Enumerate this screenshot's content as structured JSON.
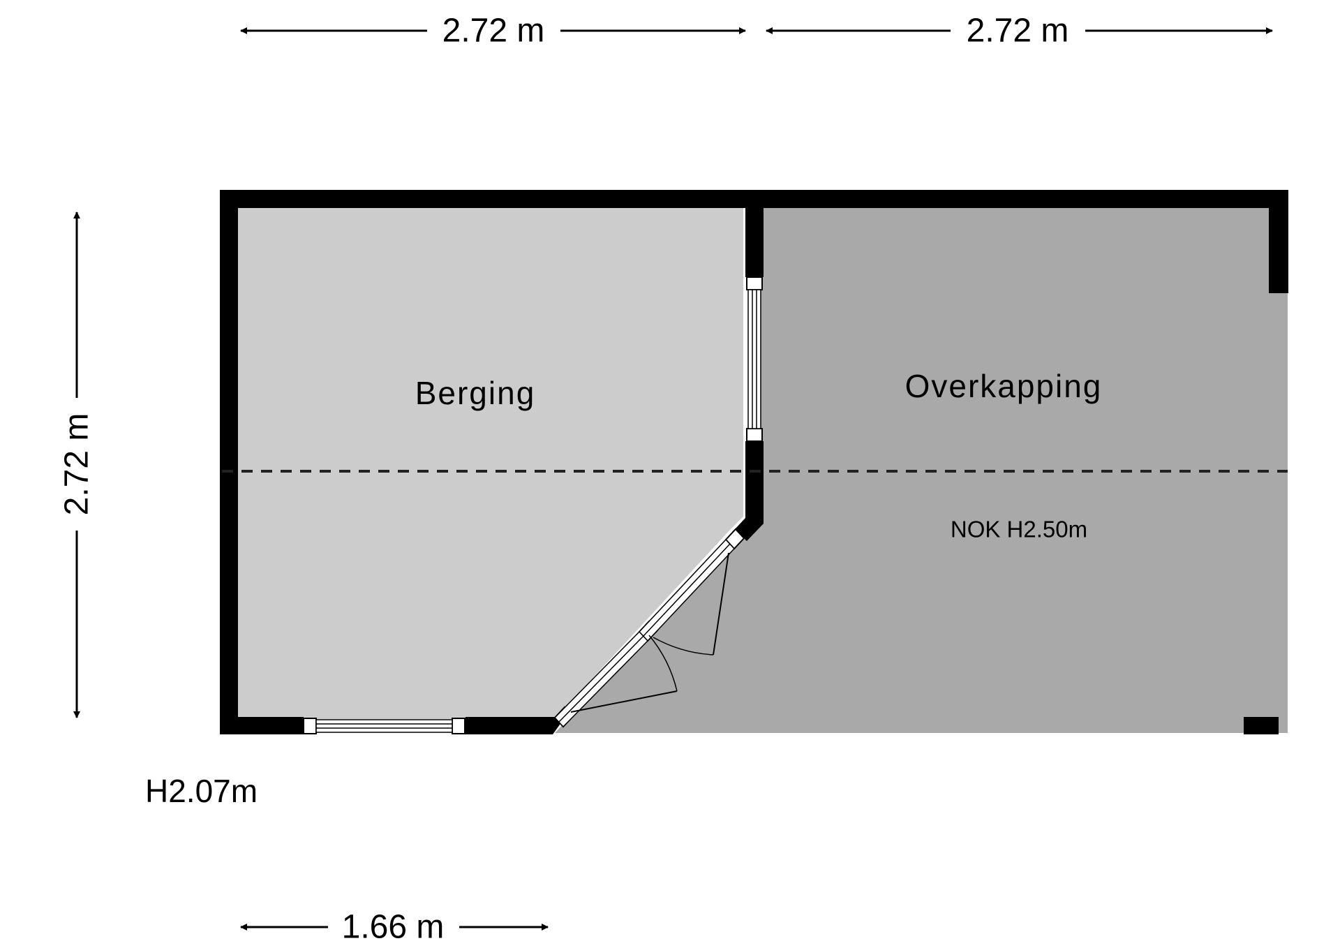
{
  "dimensions": {
    "top_left": "2.72 m",
    "top_right": "2.72 m",
    "left": "2.72 m",
    "bottom": "1.66 m"
  },
  "rooms": {
    "left": "Berging",
    "right": "Overkapping"
  },
  "notes": {
    "ridge": "NOK H2.50m",
    "wall_height": "H2.07m"
  },
  "colors": {
    "berging_fill": "#cccccc",
    "overkapping_fill": "#a9a9a9",
    "wall": "#000000",
    "background": "#ffffff"
  }
}
